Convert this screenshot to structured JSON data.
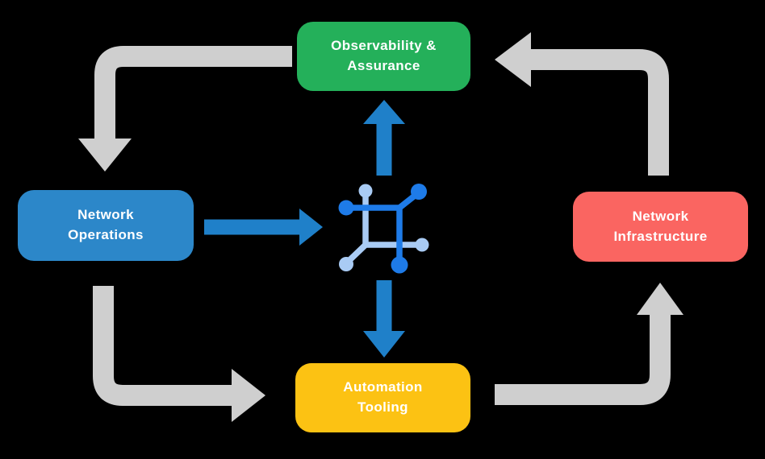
{
  "canvas": {
    "background": "#000000"
  },
  "colors": {
    "background": "#000000",
    "arrow_gray": "#CFCFCF",
    "arrow_blue": "#1F80C9",
    "icon_dark_blue": "#1E7BE8",
    "icon_light_blue": "#A9CBF4",
    "node_text": "#FFFFFF",
    "node_green": "#24B05A",
    "node_blue": "#2C87C9",
    "node_red": "#FA6561",
    "node_yellow": "#FCC213"
  },
  "nodes": {
    "observability": {
      "line1": "Observability &",
      "line2": "Assurance",
      "color": "#24B05A"
    },
    "operations": {
      "line1": "Network",
      "line2": "Operations",
      "color": "#2C87C9"
    },
    "infrastructure": {
      "line1": "Network",
      "line2": "Infrastructure",
      "color": "#FA6561"
    },
    "automation": {
      "line1": "Automation",
      "line2": "Tooling",
      "color": "#FCC213"
    }
  },
  "icons": {
    "center": "network-hub-icon"
  }
}
